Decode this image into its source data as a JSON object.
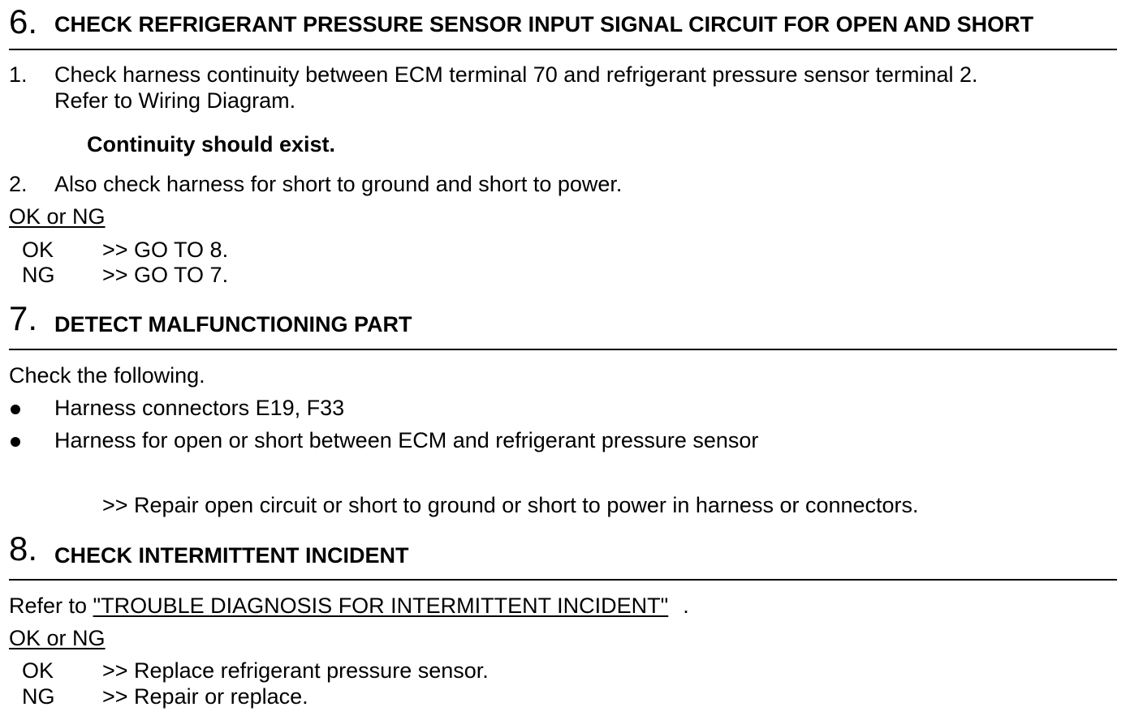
{
  "step6": {
    "number": "6.",
    "title": "CHECK REFRIGERANT PRESSURE SENSOR INPUT SIGNAL CIRCUIT FOR OPEN AND SHORT",
    "item1_num": "1.",
    "item1_line1": "Check harness continuity between ECM terminal 70 and refrigerant pressure sensor terminal 2.",
    "item1_line2": "Refer to Wiring Diagram.",
    "spec": "Continuity should exist.",
    "item2_num": "2.",
    "item2_text": "Also check harness for short to ground and short to power.",
    "ok_ng_label": "OK or NG",
    "ok_label": "OK",
    "ok_action": ">> GO TO 8.",
    "ng_label": "NG",
    "ng_action": ">> GO TO 7."
  },
  "step7": {
    "number": "7.",
    "title": "DETECT MALFUNCTIONING PART",
    "intro": "Check the following.",
    "bullets": [
      "Harness connectors E19, F33",
      "Harness for open or short between ECM and refrigerant pressure sensor"
    ],
    "action": ">> Repair open circuit or short to ground or short to power in harness or connectors."
  },
  "step8": {
    "number": "8.",
    "title": "CHECK INTERMITTENT INCIDENT",
    "refer_prefix": "Refer to ",
    "refer_link": "\"TROUBLE DIAGNOSIS FOR INTERMITTENT INCIDENT\"",
    "refer_suffix": ".",
    "ok_ng_label": "OK or NG",
    "ok_label": "OK",
    "ok_action": ">> Replace refrigerant pressure sensor.",
    "ng_label": "NG",
    "ng_action": ">> Repair or replace."
  }
}
